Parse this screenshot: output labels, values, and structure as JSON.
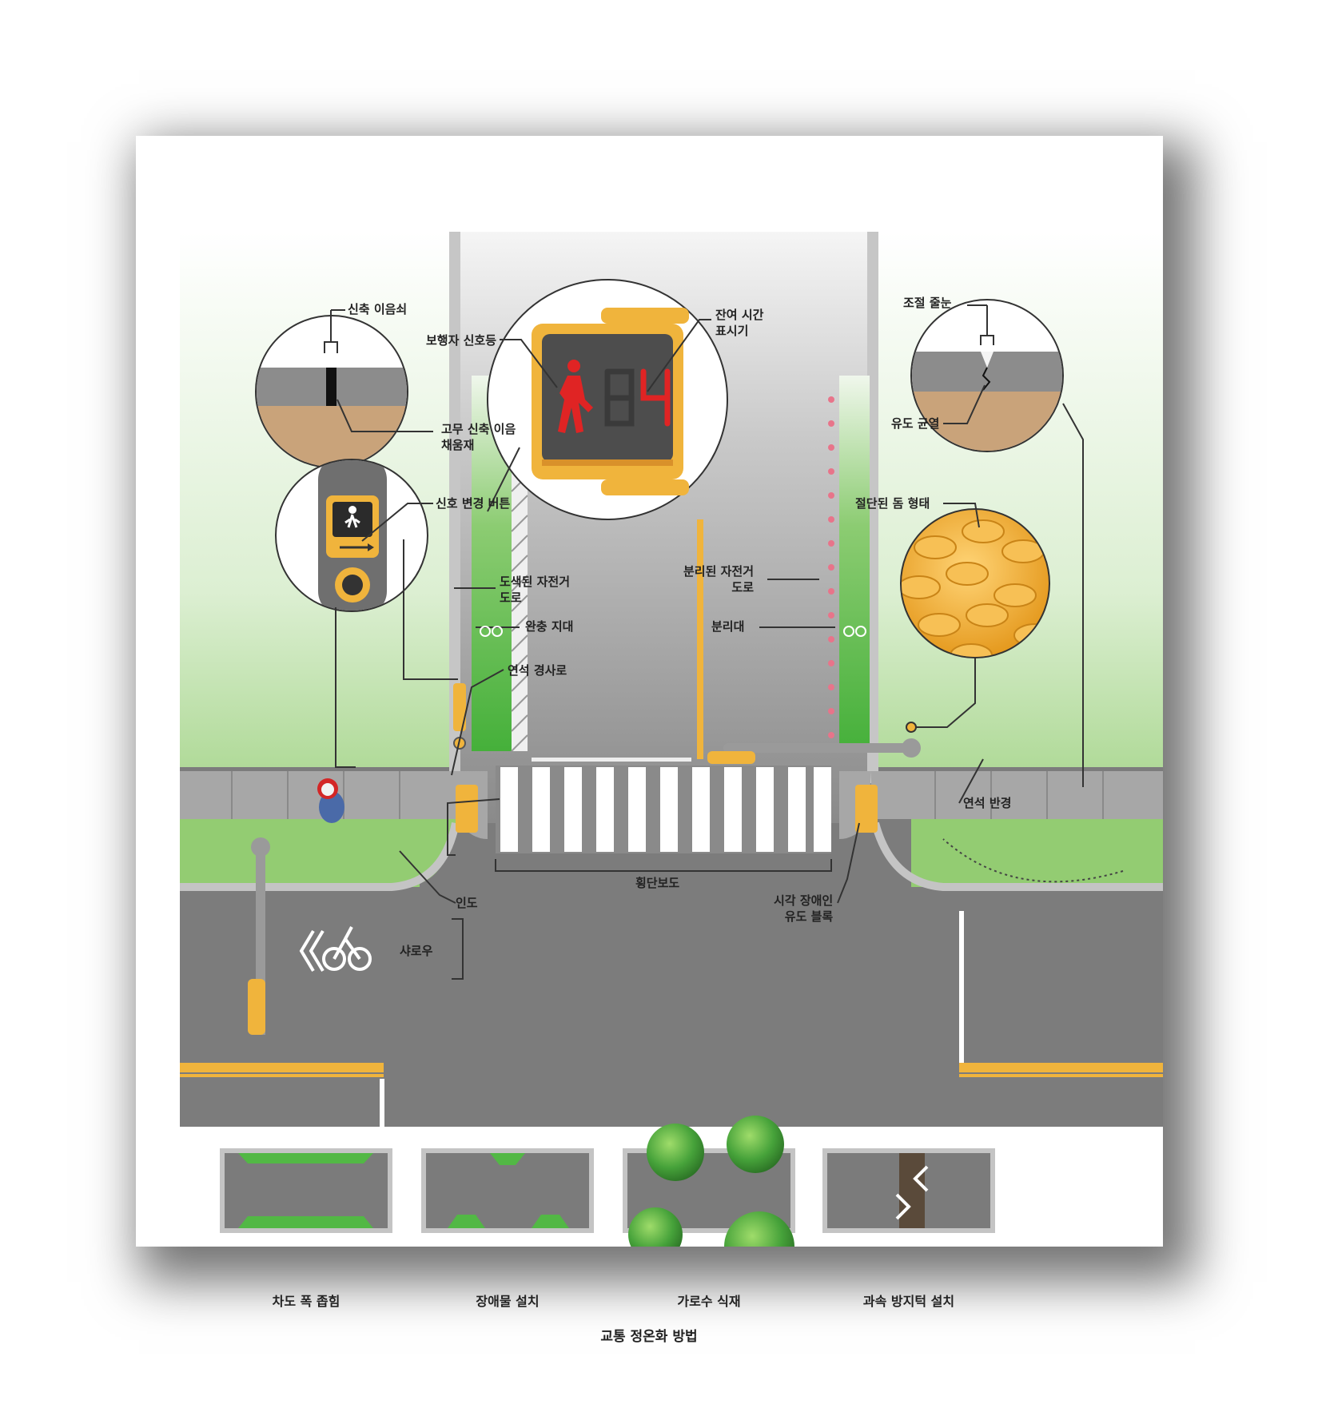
{
  "labels": {
    "expansion_joint": "신축 이음쇠",
    "rubber_filler": "고무 신축 이음\n채움재",
    "signal_button": "신호 변경 버튼",
    "ped_signal": "보행자 신호등",
    "countdown": "잔여 시간\n표시기",
    "countdown_value": "84",
    "control_joint": "조절 줄눈",
    "induced_crack": "유도 균열",
    "truncated_dome": "절단된 돔 형태",
    "painted_bike_lane": "도색된 자전거\n도로",
    "buffer_zone": "완충 지대",
    "separated_bike_lane": "분리된 자전거\n도로",
    "separator": "분리대",
    "curb_ramp": "연석 경사로",
    "curb_radius": "연석 반경",
    "crosswalk": "횡단보도",
    "tactile_block": "시각 장애인\n유도 블록",
    "sidewalk": "인도",
    "sharrow": "샤로우"
  },
  "calming": {
    "title": "교통 정온화 방법",
    "methods": [
      {
        "label": "차도 폭 좁힘"
      },
      {
        "label": "장애물 설치"
      },
      {
        "label": "가로수 식재"
      },
      {
        "label": "과속 방지턱 설치"
      }
    ]
  },
  "colors": {
    "asphalt": "#7b7b7b",
    "grass": "#8fcc6e",
    "bike_green": "#52b845",
    "signal_yellow": "#f0b43c",
    "signal_red": "#e02424",
    "sidewalk": "#a7a7a7"
  }
}
